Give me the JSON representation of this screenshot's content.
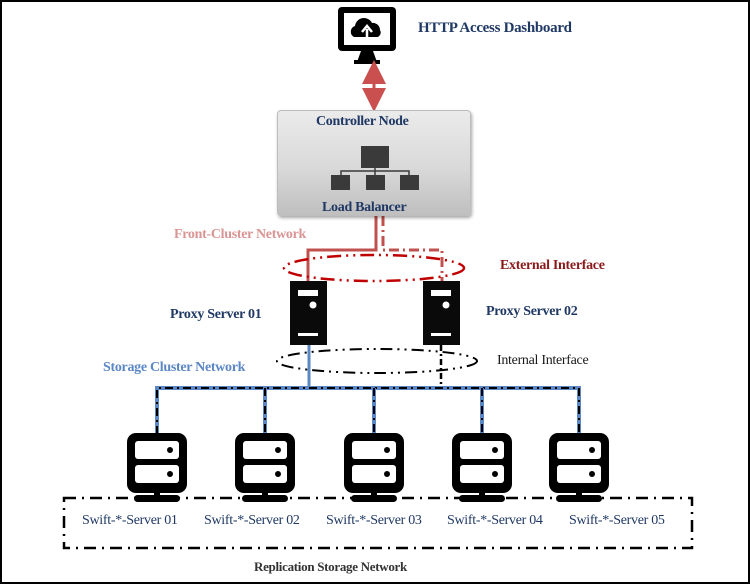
{
  "diagram": {
    "title": "Swift storage cluster architecture",
    "dashboard": {
      "label": "HTTP Access Dashboard",
      "icon": "cloud-upload-monitor-icon"
    },
    "controller": {
      "title": "Controller Node",
      "subtitle": "Load Balancer",
      "icon": "hierarchy-icon"
    },
    "networks": {
      "front": "Front-Cluster Network",
      "storage": "Storage Cluster Network",
      "replication": "Replication Storage Network"
    },
    "interfaces": {
      "external": "External Interface",
      "internal": "Internal Interface"
    },
    "proxies": [
      {
        "label": "Proxy Server 01"
      },
      {
        "label": "Proxy Server 02"
      }
    ],
    "storage_servers": [
      {
        "label": "Swift-*-Server 01"
      },
      {
        "label": "Swift-*-Server 02"
      },
      {
        "label": "Swift-*-Server 03"
      },
      {
        "label": "Swift-*-Server 04"
      },
      {
        "label": "Swift-*-Server 05"
      }
    ],
    "colors": {
      "label_navy": "#1f3864",
      "front_network": "#c0504d",
      "external_interface": "#c00000",
      "storage_network": "#5b87c5",
      "arrow": "#c0504d"
    }
  }
}
